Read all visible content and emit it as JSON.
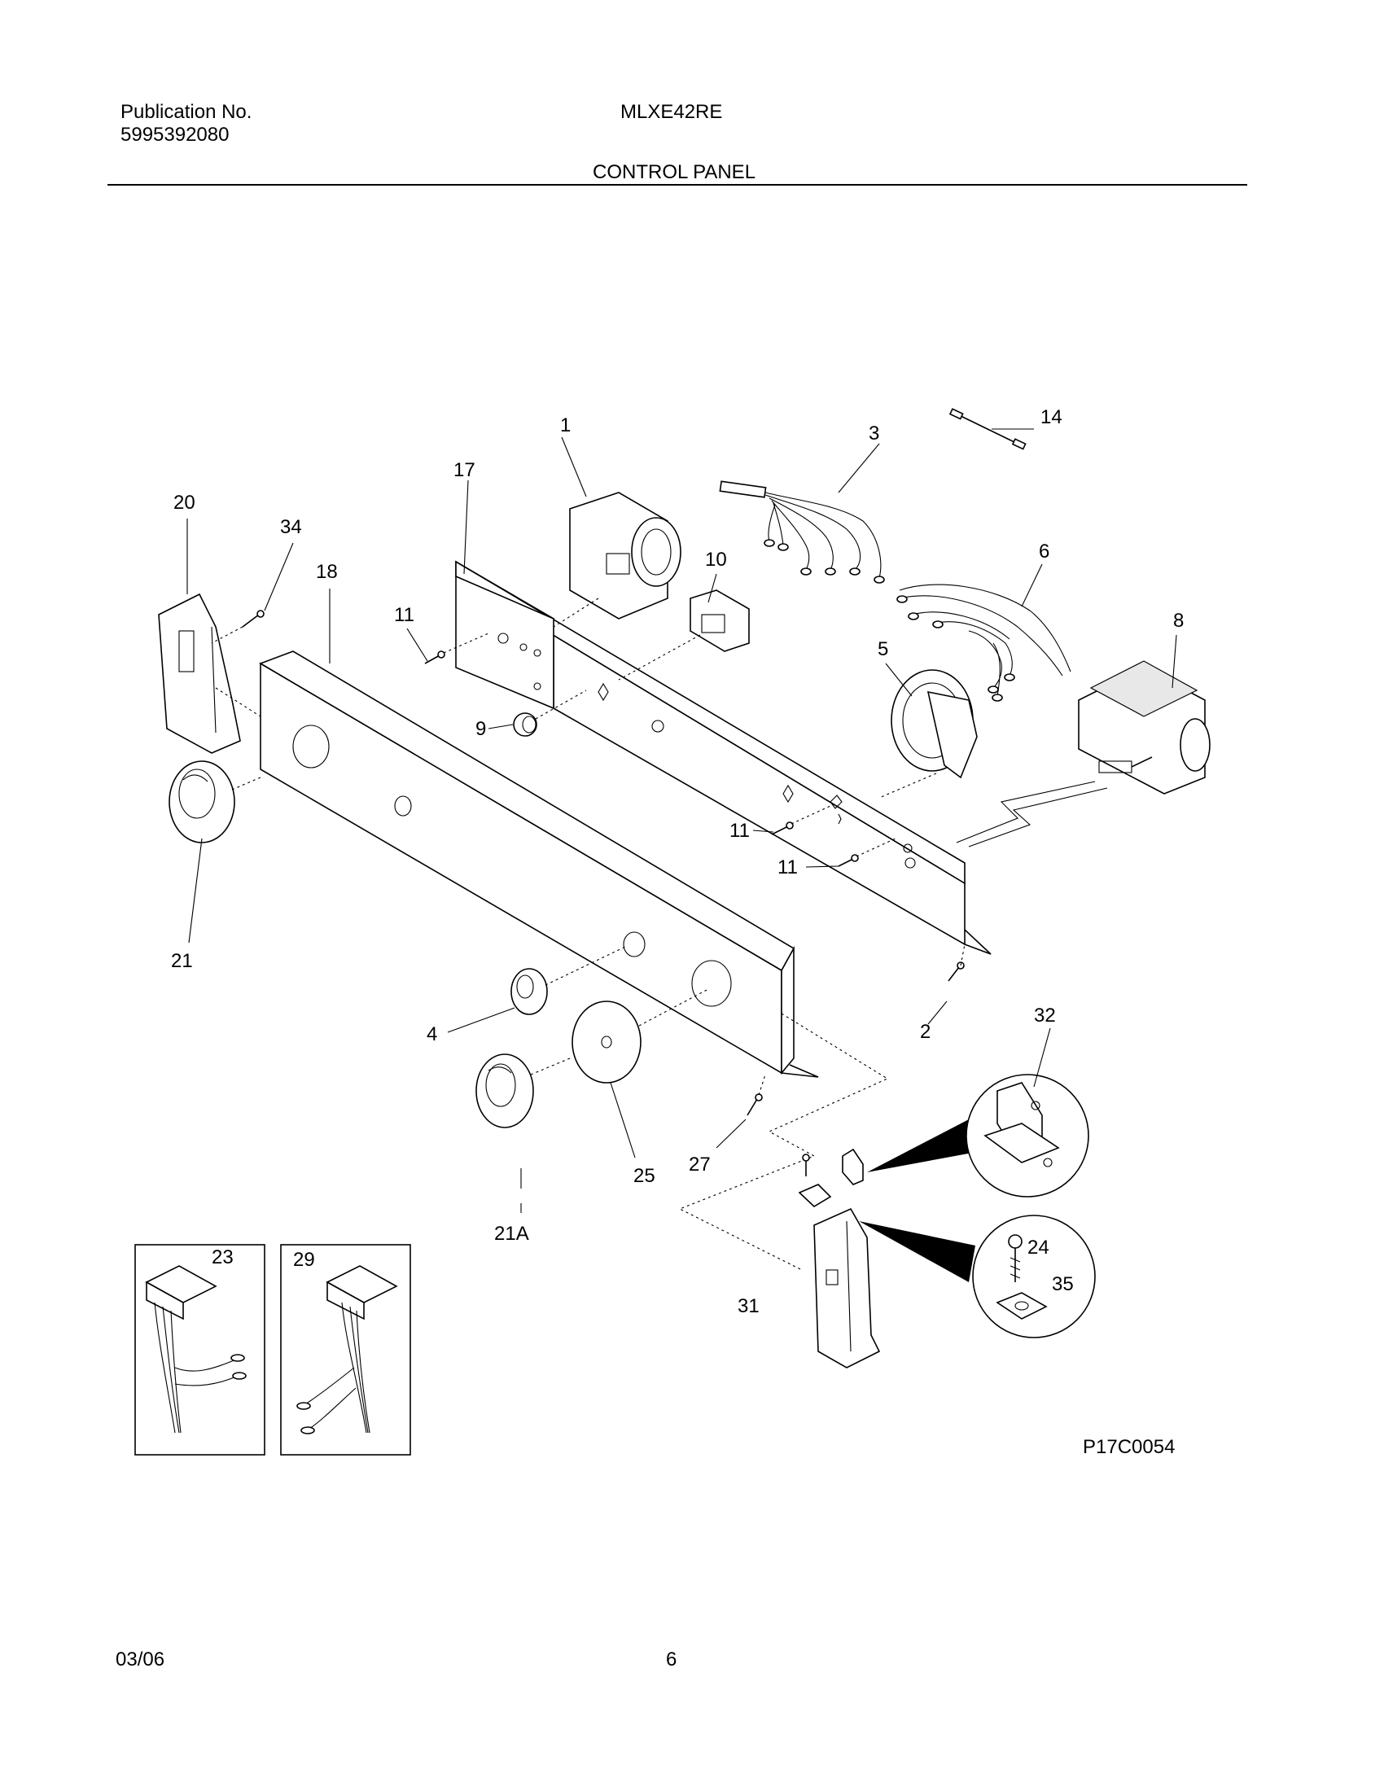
{
  "header": {
    "publication_label": "Publication No.",
    "publication_number": "5995392080",
    "model": "MLXE42RE",
    "section_title": "CONTROL PANEL"
  },
  "diagram": {
    "figure_code": "P17C0054",
    "callouts": {
      "c1": "1",
      "c2": "2",
      "c3": "3",
      "c4": "4",
      "c5": "5",
      "c6": "6",
      "c8": "8",
      "c9": "9",
      "c10": "10",
      "c11a": "11",
      "c11b": "11",
      "c11c": "11",
      "c14": "14",
      "c17": "17",
      "c18": "18",
      "c20": "20",
      "c21": "21",
      "c21a": "21A",
      "c23": "23",
      "c24": "24",
      "c25": "25",
      "c27": "27",
      "c29": "29",
      "c31": "31",
      "c32": "32",
      "c34": "34",
      "c35": "35"
    }
  },
  "footer": {
    "date": "03/06",
    "page": "6"
  }
}
